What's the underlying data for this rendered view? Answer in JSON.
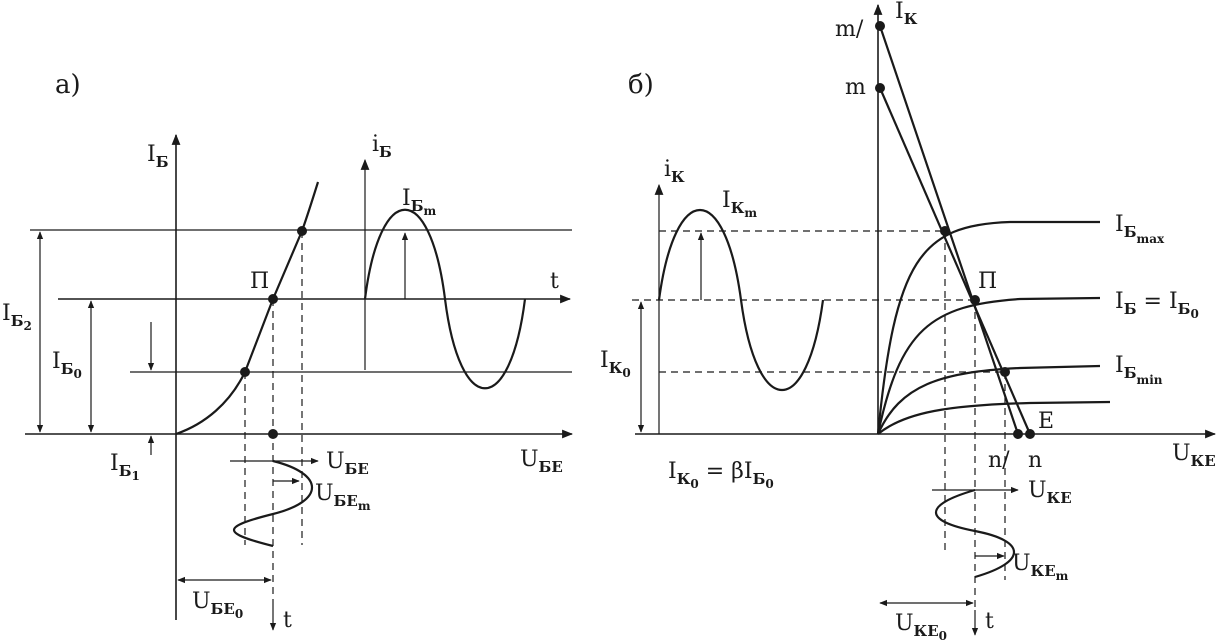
{
  "left_diagram": {
    "label": "а)",
    "y_axis_main": "I",
    "y_axis_main_sub": "Б",
    "y_axis_signal": "i",
    "y_axis_signal_sub": "Б",
    "x_axis": "U",
    "x_axis_sub": "БЕ",
    "time_axis": "t",
    "time_axis_bottom": "t",
    "point": "П",
    "amp": "I",
    "amp_sub": "Б",
    "amp_sub2": "m",
    "level_2": "I",
    "level_2_sub": "Б",
    "level_2_sub2": "2",
    "level_0": "I",
    "level_0_sub": "Б",
    "level_0_sub2": "0",
    "level_1": "I",
    "level_1_sub": "Б",
    "level_1_sub2": "1",
    "ube_signal": "U",
    "ube_signal_sub": "БЕ",
    "ube_amp": "U",
    "ube_amp_sub": "БЕ",
    "ube_amp_sub2": "m",
    "ube0": "U",
    "ube0_sub": "БЕ",
    "ube0_sub2": "0"
  },
  "right_diagram": {
    "label": "б)",
    "y_axis_main": "I",
    "y_axis_main_sub": "К",
    "y_axis_signal": "i",
    "y_axis_signal_sub": "К",
    "x_axis": "U",
    "x_axis_sub": "КЕ",
    "point": "П",
    "point_m": "m",
    "point_m_prime": "m/",
    "point_n": "n",
    "point_n_prime": "n/",
    "point_e": "E",
    "amp": "I",
    "amp_sub": "К",
    "amp_sub2": "m",
    "ik0": "I",
    "ik0_sub": "К",
    "ik0_sub2": "0",
    "formula_lhs": "I",
    "formula_lhs_sub": "К",
    "formula_lhs_sub2": "0",
    "formula_mid": " = βI",
    "formula_rhs_sub": "Б",
    "formula_rhs_sub2": "0",
    "curve_max": "I",
    "curve_max_sub": "Б",
    "curve_max_sub2": "max",
    "curve_0": "I",
    "curve_0_sub": "Б",
    "curve_0_eq": " = I",
    "curve_0_sub_b": "Б",
    "curve_0_sub2": "0",
    "curve_min": "I",
    "curve_min_sub": "Б",
    "curve_min_sub2": "min",
    "uke_signal": "U",
    "uke_signal_sub": "КЕ",
    "uke_amp": "U",
    "uke_amp_sub": "КЕ",
    "uke_amp_sub2": "m",
    "uke0": "U",
    "uke0_sub": "КЕ",
    "uke0_sub2": "0",
    "time_axis_bottom": "t"
  }
}
